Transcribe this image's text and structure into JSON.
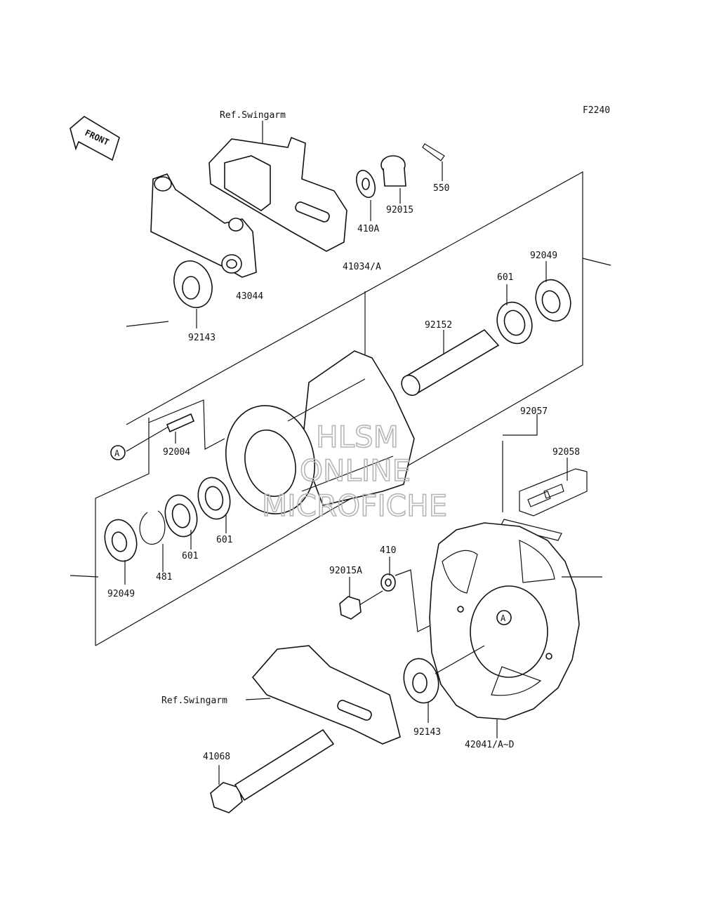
{
  "figure_code": "F2240",
  "front_arrow_label": "FRONT",
  "ref_label_top": "Ref.Swingarm",
  "ref_label_bottom": "Ref.Swingarm",
  "ref_marker": "A",
  "watermark": [
    "HLSM",
    "ONLINE",
    "MICROFICHE"
  ],
  "parts": {
    "p550": "550",
    "p92015": "92015",
    "p410A": "410A",
    "p43044": "43044",
    "p92143_top": "92143",
    "p41034": "41034/A",
    "p601_top": "601",
    "p92049_top": "92049",
    "p92152": "92152",
    "p92004": "92004",
    "p92057": "92057",
    "p92058": "92058",
    "p601_mid": "601",
    "p601_low": "601",
    "p481": "481",
    "p92049_low": "92049",
    "p410": "410",
    "p92015A": "92015A",
    "p92143_low": "92143",
    "p42041": "42041/A~D",
    "p41068": "41068"
  }
}
